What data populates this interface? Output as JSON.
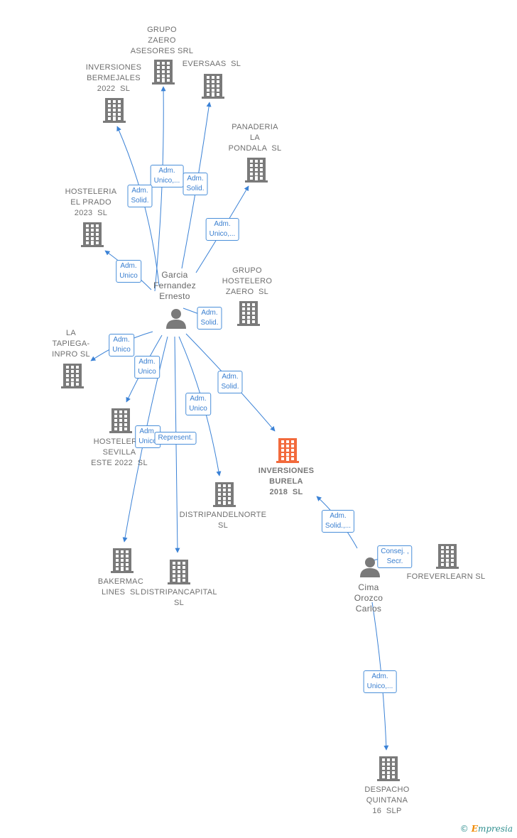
{
  "nodes": {
    "zaero": {
      "label": "GRUPO\nZAERO\nASESORES SRL",
      "kind": "company"
    },
    "eversaas": {
      "label": "EVERSAAS  SL",
      "kind": "company"
    },
    "bermejales": {
      "label": "INVERSIONES\nBERMEJALES\n2022  SL",
      "kind": "company"
    },
    "panaderia": {
      "label": "PANADERIA\nLA\nPONDALA  SL",
      "kind": "company"
    },
    "prado": {
      "label": "HOSTELERIA\nEL PRADO\n2023  SL",
      "kind": "company"
    },
    "garcia": {
      "label": "Garcia\nFernandez\nErnesto",
      "kind": "person"
    },
    "hostelero": {
      "label": "GRUPO\nHOSTELERO\nZAERO  SL",
      "kind": "company"
    },
    "tapiega": {
      "label": "LA\nTAPIEGA-\nINPRO SL",
      "kind": "company"
    },
    "sevilla": {
      "label": "HOSTELERIA\nSEVILLA\nESTE 2022  SL",
      "kind": "company"
    },
    "burela": {
      "label": "INVERSIONES\nBURELA\n2018  SL",
      "kind": "focus"
    },
    "norte": {
      "label": "DISTRIPANDELNORTE\nSL",
      "kind": "company"
    },
    "bakermac": {
      "label": "BAKERMAC\nLINES  SL",
      "kind": "company"
    },
    "capital": {
      "label": "DISTRIPANCAPITAL\nSL",
      "kind": "company"
    },
    "cima": {
      "label": "Cima\nOrozco\nCarlos",
      "kind": "person"
    },
    "forever": {
      "label": "FOREVERLEARN SL",
      "kind": "company"
    },
    "despacho": {
      "label": "DESPACHO\nQUINTANA\n16  SLP",
      "kind": "company"
    }
  },
  "edges": [
    {
      "from": "garcia",
      "to": "zaero",
      "label": "Adm.\nUnico,..."
    },
    {
      "from": "garcia",
      "to": "eversaas",
      "label": "Adm.\nSolid."
    },
    {
      "from": "garcia",
      "to": "bermejales",
      "label": "Adm.\nSolid."
    },
    {
      "from": "garcia",
      "to": "panaderia",
      "label": "Adm.\nUnico,..."
    },
    {
      "from": "garcia",
      "to": "prado",
      "label": "Adm.\nUnico"
    },
    {
      "from": "garcia",
      "to": "hostelero",
      "label": "Adm.\nSolid."
    },
    {
      "from": "garcia",
      "to": "tapiega",
      "label": "Adm.\nUnico"
    },
    {
      "from": "garcia",
      "to": "sevilla",
      "label": "Adm.\nUnico"
    },
    {
      "from": "garcia",
      "to": "burela",
      "label": "Adm.\nSolid."
    },
    {
      "from": "garcia",
      "to": "norte",
      "label": "Adm.\nUnico"
    },
    {
      "from": "garcia",
      "to": "bakermac",
      "label": "Adm.\nUnico"
    },
    {
      "from": "garcia",
      "to": "capital",
      "label": "Represent."
    },
    {
      "from": "cima",
      "to": "burela",
      "label": "Adm.\nSolid.,..."
    },
    {
      "from": "cima",
      "to": "forever",
      "label": "Consej. ,\nSecr."
    },
    {
      "from": "cima",
      "to": "despacho",
      "label": "Adm.\nUnico,..."
    }
  ],
  "colors": {
    "line": "#3b82d6",
    "building": "#7a7a7a",
    "focus": "#f26a3c",
    "badge_text": "#3a7fd0"
  },
  "watermark": {
    "symbol": "©",
    "initial": "E",
    "rest": "mpresia"
  }
}
